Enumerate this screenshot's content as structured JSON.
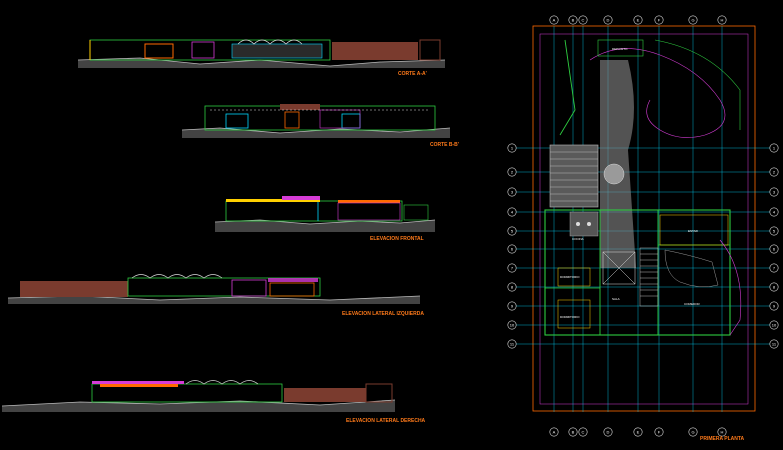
{
  "labels": {
    "corte_aa": "CORTE A-A'",
    "corte_bb": "CORTE B-B'",
    "elev_frontal": "ELEVACION FRONTAL",
    "elev_izq": "ELEVACION LATERAL IZQUIERDA",
    "elev_der": "ELEVACION LATERAL DERECHA",
    "primera_planta": "PRIMERA PLANTA"
  },
  "plan_axes": {
    "top": [
      "A",
      "B",
      "C",
      "D",
      "E",
      "F",
      "G",
      "H"
    ],
    "left": [
      "1",
      "2",
      "3",
      "4",
      "5",
      "6",
      "7",
      "8",
      "9",
      "10",
      "11"
    ]
  },
  "room_tags": [
    "DORMITORIO",
    "DORMITORIO",
    "COCINA",
    "SALA",
    "COMEDOR",
    "ESTAR"
  ],
  "colors": {
    "background": "#000000",
    "label": "#ff7a1a",
    "ground": "#8a8a8a",
    "wall_green": "#2ecc40",
    "wall_brown": "#7a3b2e",
    "magenta": "#d63cd6",
    "cyan": "#00d8ff",
    "yellow": "#ffd000",
    "orange": "#ff6a00"
  }
}
